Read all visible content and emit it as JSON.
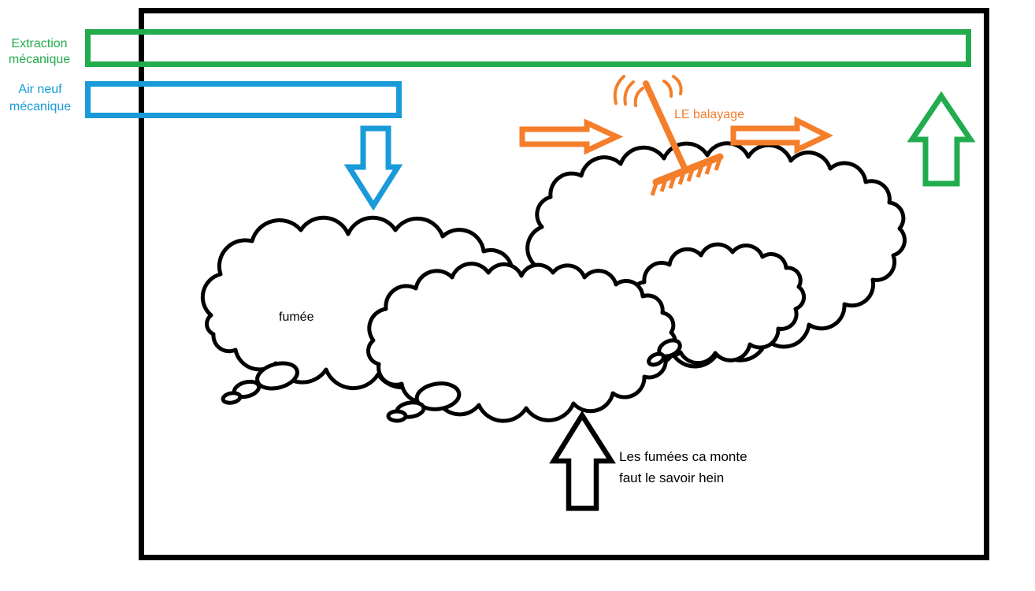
{
  "scene": {
    "background": "#FFFFFF",
    "description_labels_language": "fr"
  },
  "colors": {
    "green": "#22AC4E",
    "blue": "#189BD8",
    "orange": "#F57E2B",
    "ink": "#000000"
  },
  "ducts": {
    "extraction": {
      "label_line1": "Extraction",
      "label_line2": "mécanique"
    },
    "air_neuf": {
      "label_line1": "Air neuf",
      "label_line2": "mécanique"
    }
  },
  "annotations": {
    "balayage_label": "LE balayage",
    "smoke_label": "fumée",
    "note_line1": "Les fumées ca monte",
    "note_line2": "faut le savoir hein"
  },
  "icons": {
    "supply_arrow": "blue-down-arrow-icon",
    "sweep_arrow_left": "orange-right-arrow-icon",
    "sweep_arrow_right": "orange-right-arrow-icon",
    "extract_arrow": "green-up-arrow-icon",
    "smoke_rise_arrow": "black-up-arrow-icon",
    "rake": "rake-icon",
    "smoke_clouds": "cloud-doodle-icon"
  }
}
